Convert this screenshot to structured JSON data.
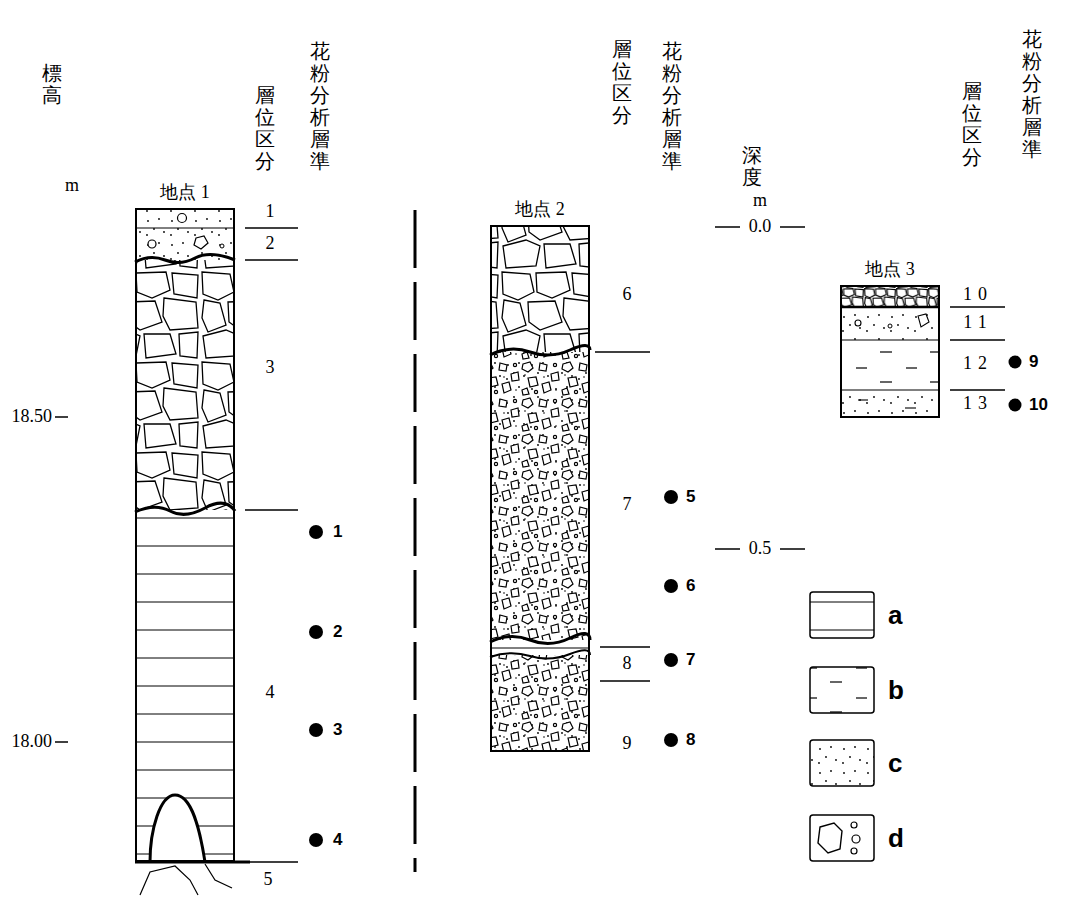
{
  "diagram": {
    "nodes": [
      {
        "text": [
          "地点 1"
        ]
      },
      {
        "text": [
          "地点 2"
        ]
      },
      {
        "text": [
          "地点 3"
        ]
      }
    ],
    "labels": [
      "標高",
      "m",
      "層位区分",
      "花粉分析層準",
      "1",
      "2",
      "3",
      "4",
      "5",
      "18.50",
      "18.00",
      "1",
      "2",
      "3",
      "4",
      "層位区分",
      "花粉分析層準",
      "6",
      "7",
      "8",
      "9",
      "5",
      "6",
      "7",
      "8",
      "深度",
      "m",
      "0.0",
      "0.5",
      "層位区分",
      "花粉分析層準",
      "10",
      "11",
      "12",
      "13",
      "9",
      "10"
    ],
    "legend": [
      {
        "text": "a"
      },
      {
        "text": "b"
      },
      {
        "text": "c"
      },
      {
        "text": "d"
      }
    ]
  }
}
